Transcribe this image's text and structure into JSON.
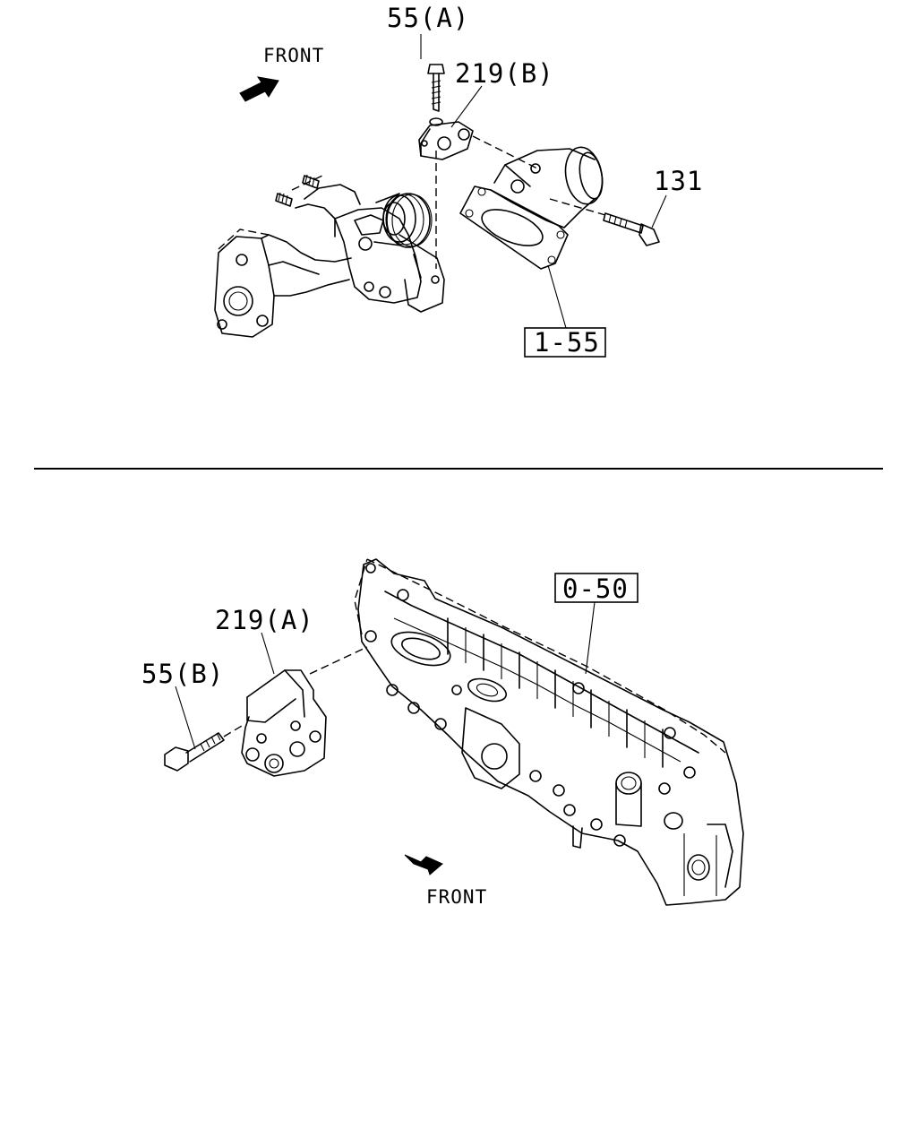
{
  "diagram": {
    "top_view": {
      "front_label": "FRONT",
      "callouts": {
        "bolt_a": "55(A)",
        "bracket_b": "219(B)",
        "bolt_131": "131",
        "ref_1_55": "1-55"
      }
    },
    "bottom_view": {
      "front_label": "FRONT",
      "callouts": {
        "bracket_a": "219(A)",
        "bolt_b": "55(B)",
        "ref_0_50": "0-50"
      }
    }
  }
}
